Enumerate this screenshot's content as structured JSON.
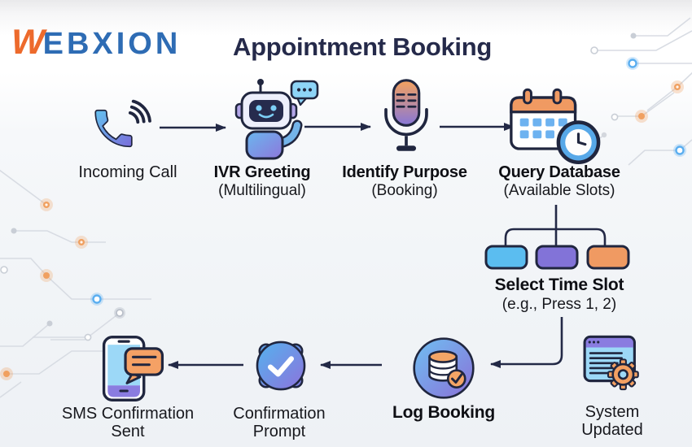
{
  "header": {
    "logo": {
      "mark": "W",
      "name": "EBXION"
    },
    "title": "Appointment Booking"
  },
  "flow": {
    "incoming_call": {
      "label": "Incoming Call"
    },
    "ivr_greeting": {
      "title": "IVR Greeting",
      "subtitle": "(Multilingual)"
    },
    "identify_purpose": {
      "title": "Identify Purpose",
      "subtitle": "(Booking)"
    },
    "query_database": {
      "title": "Query Database",
      "subtitle": "(Available Slots)"
    },
    "select_time_slot": {
      "title": "Select Time Slot",
      "subtitle": "(e.g., Press 1, 2)"
    },
    "log_booking": {
      "title": "Log Booking"
    },
    "confirmation_prompt": {
      "line1": "Confirmation",
      "line2": "Prompt"
    },
    "sms_confirmation": {
      "line1": "SMS Confirmation",
      "line2": "Sent"
    },
    "system_updated": {
      "line1": "System",
      "line2": "Updated"
    }
  },
  "colors": {
    "accent_navy": "#232946",
    "slot_blue": "#5BBDF0",
    "slot_purple": "#8273D8",
    "slot_orange": "#F09A62",
    "logo_orange": "#ED6A2C",
    "logo_blue": "#2E6CB4"
  }
}
